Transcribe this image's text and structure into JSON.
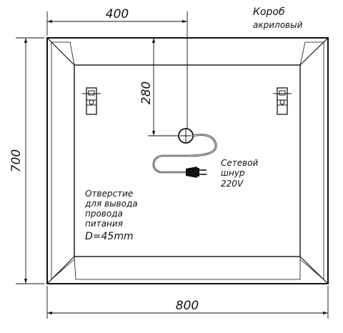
{
  "dimensions": {
    "width_total": "800",
    "height_total": "700",
    "offset_x": "400",
    "offset_y": "280"
  },
  "labels": {
    "box_title": "Короб",
    "box_subtitle": "акриловый",
    "cord_lines": [
      "Сетевой",
      "шнур",
      "220V"
    ],
    "hole_lines": [
      "Отверстие",
      "для вывода",
      "провода",
      "питания",
      "D=45mm"
    ]
  }
}
